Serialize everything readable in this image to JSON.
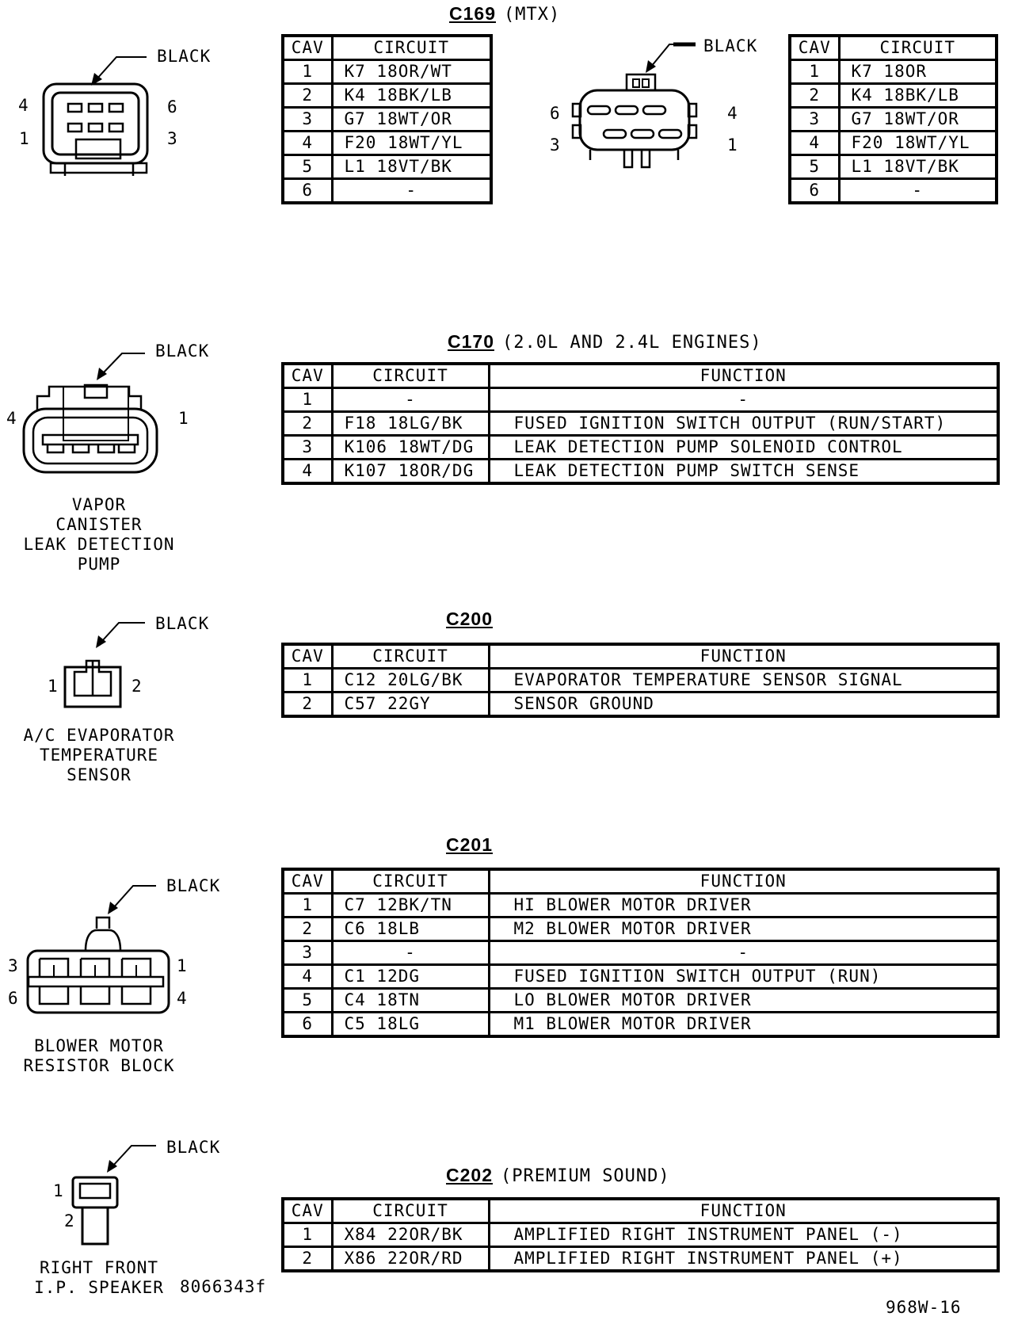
{
  "wire_color": "BLACK",
  "sections": {
    "c169": {
      "id": "C169",
      "note": "(MTX)",
      "headers": [
        "CAV",
        "CIRCUIT"
      ],
      "left_table": [
        {
          "cav": "1",
          "circuit": "K7  18OR/WT"
        },
        {
          "cav": "2",
          "circuit": "K4  18BK/LB"
        },
        {
          "cav": "3",
          "circuit": "G7  18WT/OR"
        },
        {
          "cav": "4",
          "circuit": "F20  18WT/YL"
        },
        {
          "cav": "5",
          "circuit": "L1  18VT/BK"
        },
        {
          "cav": "6",
          "circuit": "-"
        }
      ],
      "right_table": [
        {
          "cav": "1",
          "circuit": "K7  18OR"
        },
        {
          "cav": "2",
          "circuit": "K4  18BK/LB"
        },
        {
          "cav": "3",
          "circuit": "G7  18WT/OR"
        },
        {
          "cav": "4",
          "circuit": "F20  18WT/YL"
        },
        {
          "cav": "5",
          "circuit": "L1  18VT/BK"
        },
        {
          "cav": "6",
          "circuit": "-"
        }
      ],
      "left_pins": [
        "4",
        "6",
        "1",
        "3"
      ],
      "right_pins": [
        "6",
        "4",
        "3",
        "1"
      ]
    },
    "c170": {
      "id": "C170",
      "note": "(2.0L AND 2.4L ENGINES)",
      "headers": [
        "CAV",
        "CIRCUIT",
        "FUNCTION"
      ],
      "rows": [
        {
          "cav": "1",
          "circuit": "-",
          "function": "-"
        },
        {
          "cav": "2",
          "circuit": "F18  18LG/BK",
          "function": "FUSED IGNITION SWITCH OUTPUT (RUN/START)"
        },
        {
          "cav": "3",
          "circuit": "K106  18WT/DG",
          "function": "LEAK DETECTION PUMP SOLENOID CONTROL"
        },
        {
          "cav": "4",
          "circuit": "K107  18OR/DG",
          "function": "LEAK DETECTION PUMP SWITCH SENSE"
        }
      ],
      "pins": [
        "4",
        "1"
      ],
      "caption": [
        "VAPOR",
        "CANISTER",
        "LEAK DETECTION",
        "PUMP"
      ]
    },
    "c200": {
      "id": "C200",
      "headers": [
        "CAV",
        "CIRCUIT",
        "FUNCTION"
      ],
      "rows": [
        {
          "cav": "1",
          "circuit": "C12  20LG/BK",
          "function": "EVAPORATOR TEMPERATURE SENSOR SIGNAL"
        },
        {
          "cav": "2",
          "circuit": "C57  22GY",
          "function": "SENSOR GROUND"
        }
      ],
      "pins": [
        "1",
        "2"
      ],
      "caption": [
        "A/C EVAPORATOR",
        "TEMPERATURE",
        "SENSOR"
      ]
    },
    "c201": {
      "id": "C201",
      "headers": [
        "CAV",
        "CIRCUIT",
        "FUNCTION"
      ],
      "rows": [
        {
          "cav": "1",
          "circuit": "C7  12BK/TN",
          "function": "HI BLOWER MOTOR DRIVER"
        },
        {
          "cav": "2",
          "circuit": "C6  18LB",
          "function": "M2 BLOWER MOTOR DRIVER"
        },
        {
          "cav": "3",
          "circuit": "-",
          "function": "-"
        },
        {
          "cav": "4",
          "circuit": "C1  12DG",
          "function": "FUSED IGNITION SWITCH OUTPUT (RUN)"
        },
        {
          "cav": "5",
          "circuit": "C4  18TN",
          "function": "LO BLOWER MOTOR DRIVER"
        },
        {
          "cav": "6",
          "circuit": "C5  18LG",
          "function": "M1 BLOWER MOTOR DRIVER"
        }
      ],
      "pins": [
        "3",
        "1",
        "6",
        "4"
      ],
      "caption": [
        "BLOWER MOTOR",
        "RESISTOR BLOCK"
      ]
    },
    "c202": {
      "id": "C202",
      "note": "(PREMIUM SOUND)",
      "headers": [
        "CAV",
        "CIRCUIT",
        "FUNCTION"
      ],
      "rows": [
        {
          "cav": "1",
          "circuit": "X84  22OR/BK",
          "function": "AMPLIFIED RIGHT INSTRUMENT PANEL (-)"
        },
        {
          "cav": "2",
          "circuit": "X86  22OR/RD",
          "function": "AMPLIFIED RIGHT INSTRUMENT PANEL (+)"
        }
      ],
      "pins": [
        "1",
        "2"
      ],
      "caption": [
        "RIGHT FRONT",
        "I.P. SPEAKER"
      ],
      "part_number": "8066343f"
    }
  },
  "figure_code": "968W-16"
}
